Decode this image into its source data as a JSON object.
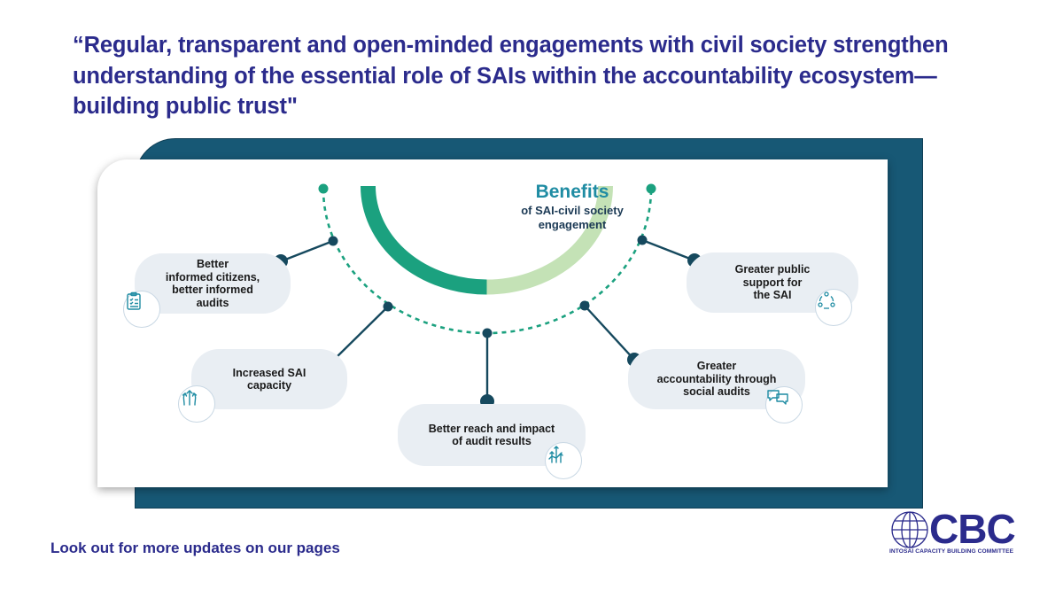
{
  "quote": {
    "line1": "“Regular, transparent and open-minded engagements with civil society strengthen",
    "line2": "understanding of the essential role of SAIs within the accountability ecosystem—",
    "line3": "building public trust\""
  },
  "diagram": {
    "title": "Benefits",
    "subtitle": "of SAI-civil society\nengagement",
    "colors": {
      "arc_primary": "#1ba17f",
      "arc_secondary": "#c4e2b6",
      "connector": "#16495e",
      "dotted": "#1ba17f"
    },
    "benefits": [
      {
        "label": "Better\ninformed citizens,\nbetter informed\naudits",
        "icon": "clipboard-checklist-icon"
      },
      {
        "label": "Increased SAI\ncapacity",
        "icon": "upward-arrows-icon"
      },
      {
        "label": "Better reach and impact\nof audit results",
        "icon": "growth-arrows-icon"
      },
      {
        "label": "Greater\naccountability through\nsocial audits",
        "icon": "speech-bubbles-icon"
      },
      {
        "label": "Greater public\nsupport for\nthe SAI",
        "icon": "community-cycle-icon"
      }
    ]
  },
  "footer": {
    "text": "Look out for more updates on our pages"
  },
  "logo": {
    "word": "CBC",
    "subtitle": "INTOSAI CAPACITY BUILDING COMMITTEE",
    "icon": "globe-icon"
  }
}
